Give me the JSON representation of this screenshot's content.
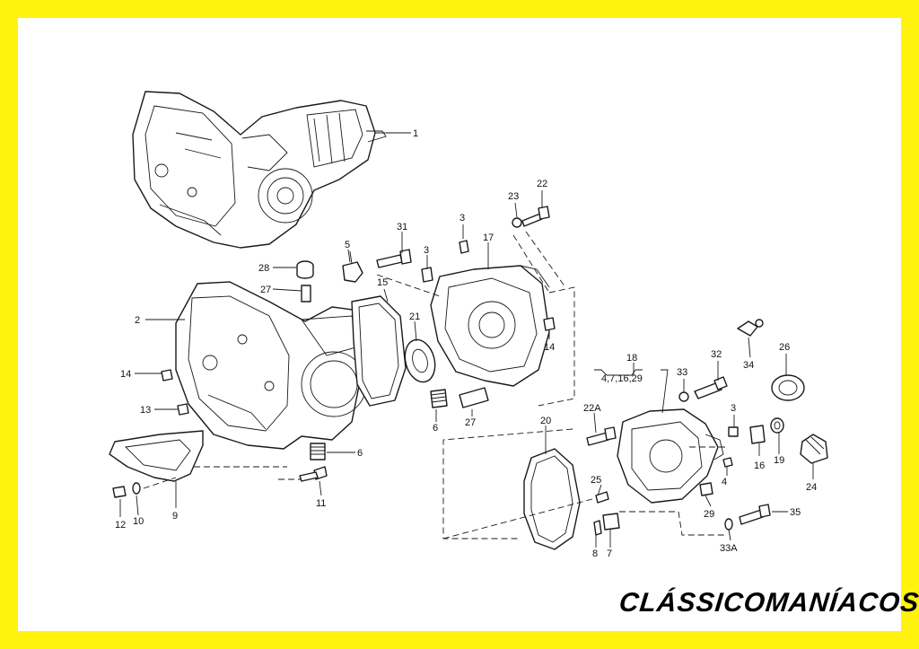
{
  "callouts": {
    "c1": "1",
    "c2": "2",
    "c3a": "3",
    "c3b": "3",
    "c3c": "3",
    "c4": "4",
    "c5": "5",
    "c6a": "6",
    "c6b": "6",
    "c7": "7",
    "c8": "8",
    "c9": "9",
    "c10": "10",
    "c11": "11",
    "c12": "12",
    "c13": "13",
    "c14a": "14",
    "c14b": "14",
    "c15": "15",
    "c16": "16",
    "c17": "17",
    "c18": "18",
    "c18sub": "4,7,16,29",
    "c19": "19",
    "c20": "20",
    "c21": "21",
    "c22": "22",
    "c22a": "22A",
    "c23": "23",
    "c24": "24",
    "c25": "25",
    "c26": "26",
    "c27a": "27",
    "c27b": "27",
    "c28": "28",
    "c29": "29",
    "c31": "31",
    "c32": "32",
    "c33": "33",
    "c33a": "33A",
    "c34": "34",
    "c35": "35"
  },
  "brand": {
    "text": "CLÁSSICOMANÍACOS"
  },
  "colors": {
    "frame": "#fff20d",
    "background": "#ffffff",
    "line": "#1a1a1a"
  }
}
